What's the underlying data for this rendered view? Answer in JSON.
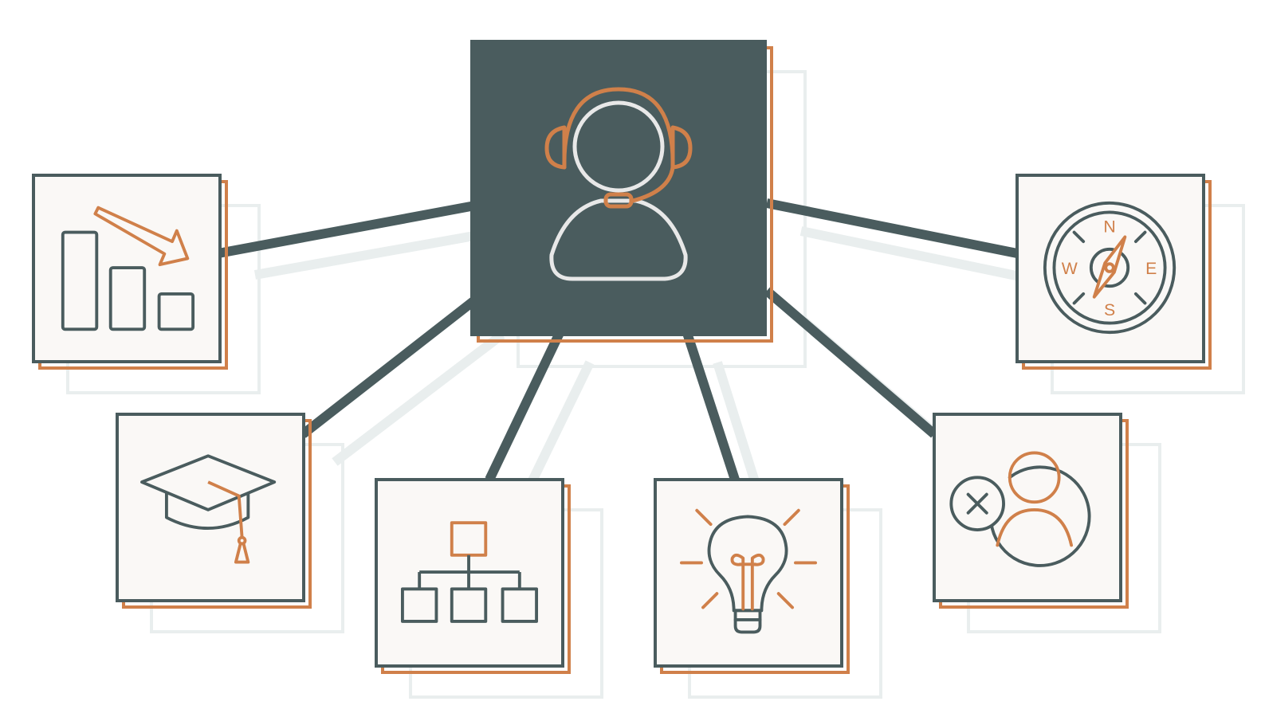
{
  "diagram": {
    "type": "hub-and-spoke",
    "hub": {
      "icon": "customer-support-headset-icon"
    },
    "spokes": [
      {
        "id": "declining-chart",
        "icon": "declining-bar-chart-icon"
      },
      {
        "id": "education",
        "icon": "graduation-cap-icon"
      },
      {
        "id": "hierarchy",
        "icon": "org-chart-icon"
      },
      {
        "id": "idea",
        "icon": "lightbulb-icon"
      },
      {
        "id": "remove-user",
        "icon": "remove-user-icon"
      },
      {
        "id": "compass",
        "icon": "compass-icon"
      }
    ]
  },
  "compass": {
    "north": "N",
    "south": "S",
    "east": "E",
    "west": "W"
  },
  "colors": {
    "slate": "#4a5c5e",
    "orange": "#d0804a",
    "card": "#faf8f6",
    "ghost": "#e9eeee",
    "headset_light": "#e8e8e8"
  }
}
